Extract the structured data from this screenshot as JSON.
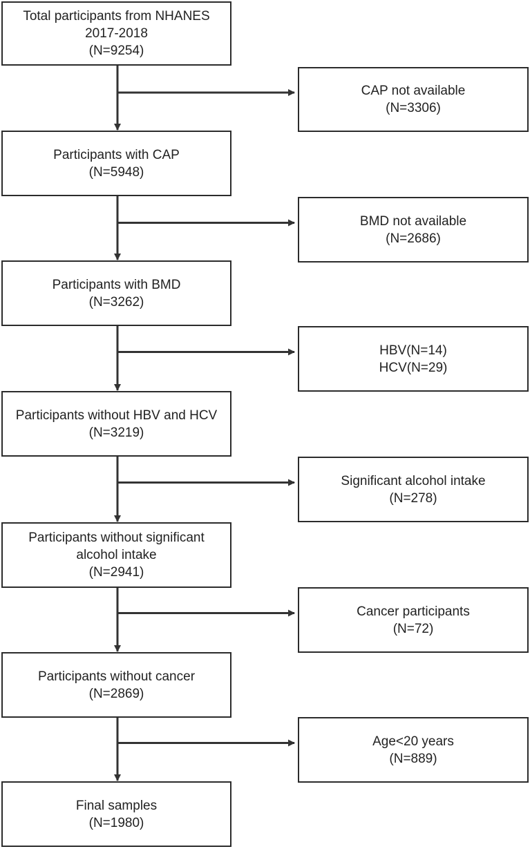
{
  "main_steps": [
    {
      "lines": [
        "Total participants from NHANES 2017-2018",
        "(N=9254)"
      ]
    },
    {
      "lines": [
        "Participants with CAP",
        "(N=5948)"
      ]
    },
    {
      "lines": [
        "Participants with BMD",
        "(N=3262)"
      ]
    },
    {
      "lines": [
        "Participants without HBV and HCV",
        "(N=3219)"
      ]
    },
    {
      "lines": [
        "Participants without significant alcohol intake",
        "(N=2941)"
      ]
    },
    {
      "lines": [
        "Participants without cancer",
        "(N=2869)"
      ]
    },
    {
      "lines": [
        "Final samples",
        "(N=1980)"
      ]
    }
  ],
  "exclusions": [
    {
      "lines": [
        "CAP not available",
        "(N=3306)"
      ]
    },
    {
      "lines": [
        "BMD not available",
        "(N=2686)"
      ]
    },
    {
      "lines": [
        "HBV(N=14)",
        "HCV(N=29)"
      ]
    },
    {
      "lines": [
        "Significant alcohol intake",
        "(N=278)"
      ]
    },
    {
      "lines": [
        "Cancer participants",
        "(N=72)"
      ]
    },
    {
      "lines": [
        "Age<20 years",
        "(N=889)"
      ]
    }
  ],
  "colors": {
    "border": "#2b2b2b",
    "arrow": "#333333",
    "text": "#222222",
    "background": "#ffffff"
  }
}
